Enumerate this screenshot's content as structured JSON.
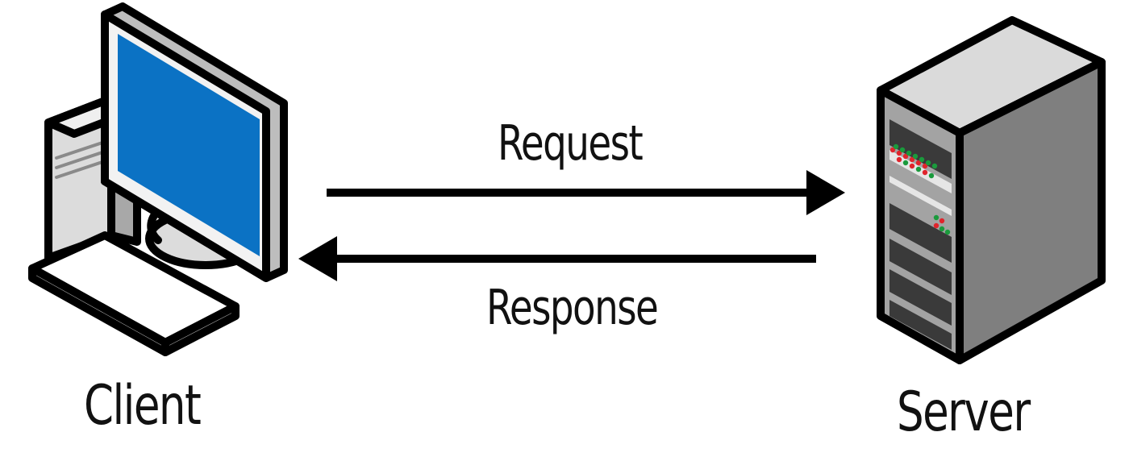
{
  "diagram": {
    "request_label": "Request",
    "response_label": "Response",
    "client_label": "Client",
    "server_label": "Server",
    "icons": {
      "client": "desktop-computer-icon",
      "server": "server-tower-icon"
    },
    "colors": {
      "screen": "#0b72c4",
      "outline": "#000000",
      "server_body": "#9a9a9a",
      "server_side": "#777777",
      "led_red": "#e0242c",
      "led_green": "#1a9a3c"
    }
  }
}
